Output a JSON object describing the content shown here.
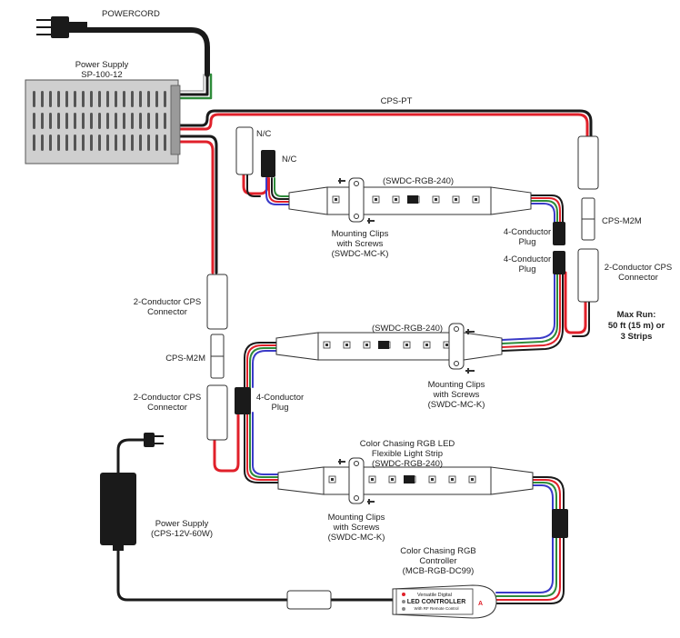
{
  "labels": {
    "powercord": "POWERCORD",
    "psu_top_l1": "Power Supply",
    "psu_top_l2": "SP-100-12",
    "cps_pt": "CPS-PT",
    "nc1": "N/C",
    "nc2": "N/C",
    "strip1_code": "(SWDC-RGB-240)",
    "clips1_l1": "Mounting Clips",
    "clips1_l2": "with Screws",
    "clips1_l3": "(SWDC-MC-K)",
    "plug_right1_l1": "4-Conductor",
    "plug_right1_l2": "Plug",
    "plug_right2_l1": "4-Conductor",
    "plug_right2_l2": "Plug",
    "cps_m2m_right": "CPS-M2M",
    "conn_right_l1": "2-Conductor CPS",
    "conn_right_l2": "Connector",
    "maxrun_l1": "Max Run:",
    "maxrun_l2": "50 ft (15 m) or",
    "maxrun_l3": "3 Strips",
    "conn_left1_l1": "2-Conductor CPS",
    "conn_left1_l2": "Connector",
    "cps_m2m_left": "CPS-M2M",
    "conn_left2_l1": "2-Conductor CPS",
    "conn_left2_l2": "Connector",
    "plug_left_l1": "4-Conductor",
    "plug_left_l2": "Plug",
    "strip2_code": "(SWDC-RGB-240)",
    "clips2_l1": "Mounting Clips",
    "clips2_l2": "with Screws",
    "clips2_l3": "(SWDC-MC-K)",
    "strip3_l1": "Color Chasing RGB LED",
    "strip3_l2": "Flexible Light Strip",
    "strip3_l3": "(SWDC-RGB-240)",
    "clips3_l1": "Mounting Clips",
    "clips3_l2": "with Screws",
    "clips3_l3": "(SWDC-MC-K)",
    "psu_bottom_l1": "Power Supply",
    "psu_bottom_l2": "(CPS-12V-60W)",
    "ctrl_l1": "Color Chasing RGB",
    "ctrl_l2": "Controller",
    "ctrl_l3": "(MCB-RGB-DC99)",
    "ctrl_face_l1": "Versatile Digital",
    "ctrl_face_l2": "LED CONTROLLER",
    "ctrl_face_l3": "With RF Remote Control"
  },
  "colors": {
    "wire_red": "#e0202a",
    "wire_black": "#1a1a1a",
    "wire_green": "#2e8b3a",
    "wire_blue": "#3a3ac8",
    "psu_fill": "#cfcfcf",
    "strip_fill": "#ffffff",
    "connector_fill": "#ffffff",
    "plug_fill": "#1a1a1a"
  }
}
